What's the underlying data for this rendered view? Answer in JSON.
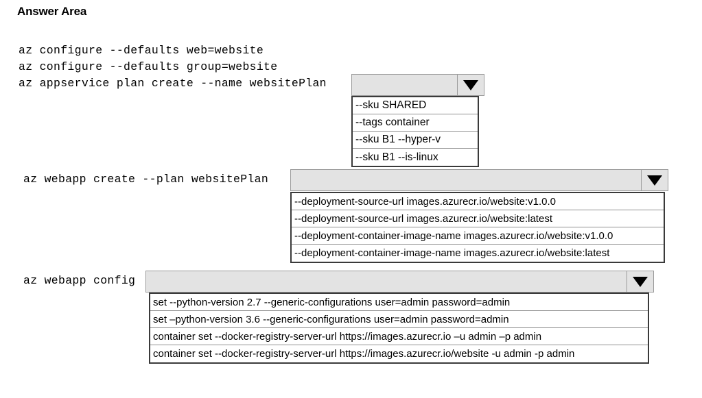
{
  "page": {
    "title": "Answer Area"
  },
  "script_lines": [
    {
      "text": "az configure --defaults web=website"
    },
    {
      "text": "az configure --defaults group=website"
    },
    {
      "text": "az appservice plan create --name websitePlan"
    },
    {
      "text": "az webapp create --plan websitePlan"
    },
    {
      "text": "az webapp config"
    }
  ],
  "dropdowns": [
    {
      "name": "appservice-plan-option",
      "selected": "",
      "arrow_icon": "chevron-down-icon",
      "expanded": true,
      "options": [
        "--sku SHARED",
        "--tags container",
        "--sku B1 --hyper-v",
        "--sku B1 --is-linux"
      ]
    },
    {
      "name": "webapp-create-option",
      "selected": "",
      "arrow_icon": "chevron-down-icon",
      "expanded": true,
      "options": [
        "--deployment-source-url images.azurecr.io/website:v1.0.0",
        "--deployment-source-url images.azurecr.io/website:latest",
        "--deployment-container-image-name images.azurecr.io/website:v1.0.0",
        "--deployment-container-image-name images.azurecr.io/website:latest"
      ]
    },
    {
      "name": "webapp-config-option",
      "selected": "",
      "arrow_icon": "chevron-down-icon",
      "expanded": true,
      "options": [
        "set --python-version 2.7 --generic-configurations user=admin password=admin",
        "set –python-version 3.6 --generic-configurations user=admin password=admin",
        "container set --docker-registry-server-url https://images.azurecr.io –u admin –p admin",
        "container set --docker-registry-server-url https://images.azurecr.io/website -u admin -p admin"
      ]
    }
  ]
}
